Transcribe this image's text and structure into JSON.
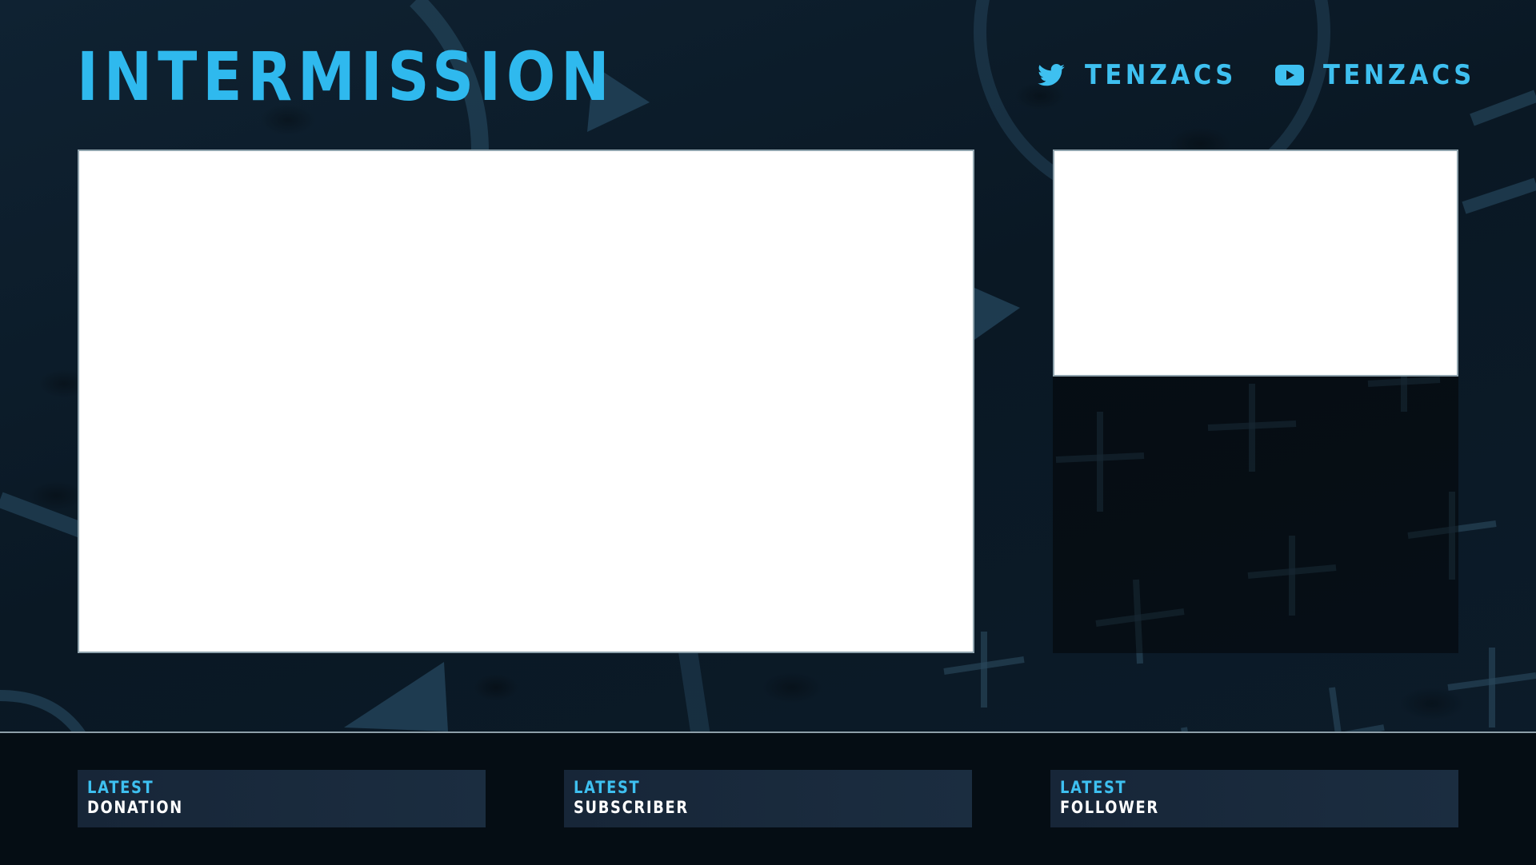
{
  "header": {
    "title": "INTERMISSION"
  },
  "socials": [
    {
      "icon": "twitter-icon",
      "handle": "TENZACS"
    },
    {
      "icon": "youtube-icon",
      "handle": "TENZACS"
    }
  ],
  "alerts": [
    {
      "kicker": "LATEST",
      "label": "DONATION"
    },
    {
      "kicker": "LATEST",
      "label": "SUBSCRIBER"
    },
    {
      "kicker": "LATEST",
      "label": "FOLLOWER"
    }
  ],
  "colors": {
    "accent": "#2fb9ee",
    "background": "#0b1a26",
    "bottom_bar": "#050d14",
    "frame_border": "#8fa3ad"
  }
}
